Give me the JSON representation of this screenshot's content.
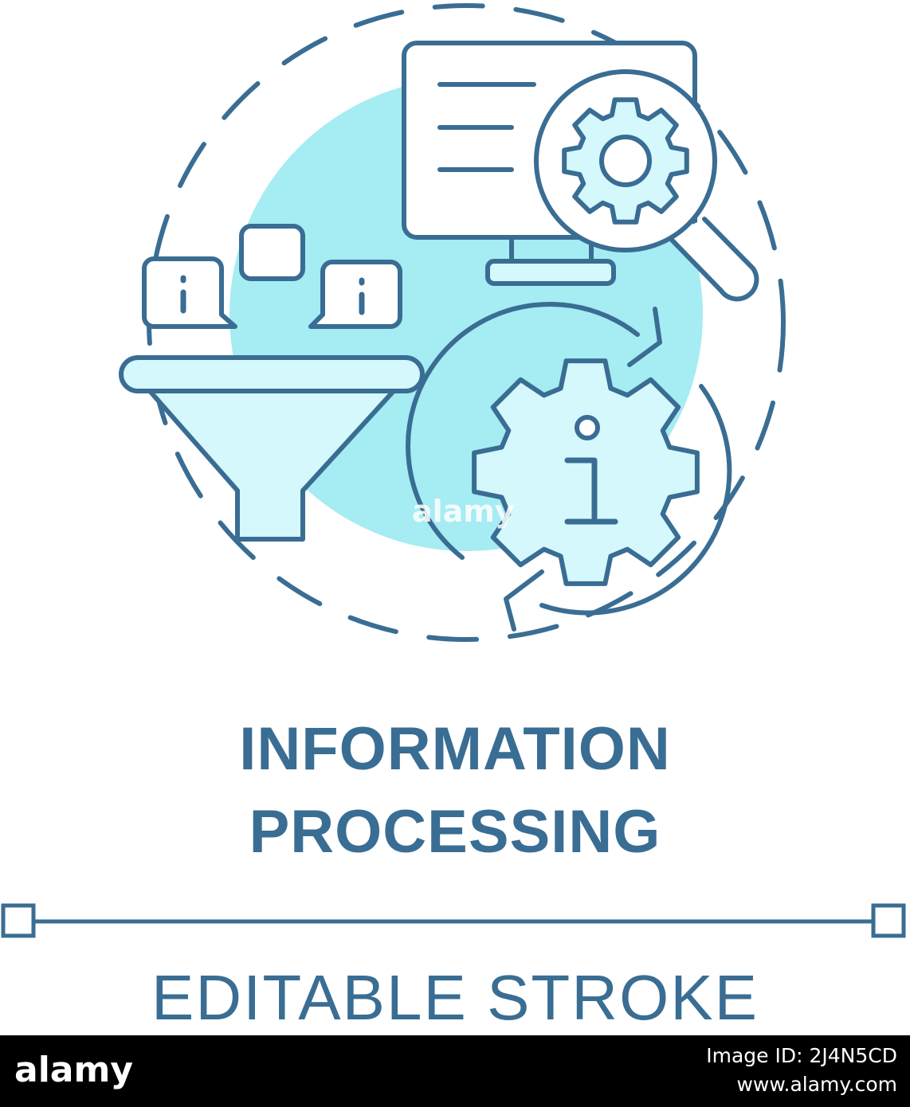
{
  "colors": {
    "stroke": "#3a6d93",
    "accent": "#a6ecf3",
    "light_fill": "#d4f8fb",
    "background": "#ffffff",
    "footer_bg": "#000000"
  },
  "title": {
    "line1": "INFORMATION",
    "line2": "PROCESSING"
  },
  "editable_label": "EDITABLE STROKE",
  "icons": {
    "funnel": "funnel-icon",
    "monitor": "monitor-icon",
    "magnifier": "magnifier-gear-icon",
    "info_gear": "info-gear-icon",
    "chat": "chat-bubble-icon"
  },
  "watermark": "alamy",
  "footer": {
    "brand": "alamy",
    "image_id": "Image ID: 2J4N5CD",
    "site": "www.alamy.com"
  }
}
